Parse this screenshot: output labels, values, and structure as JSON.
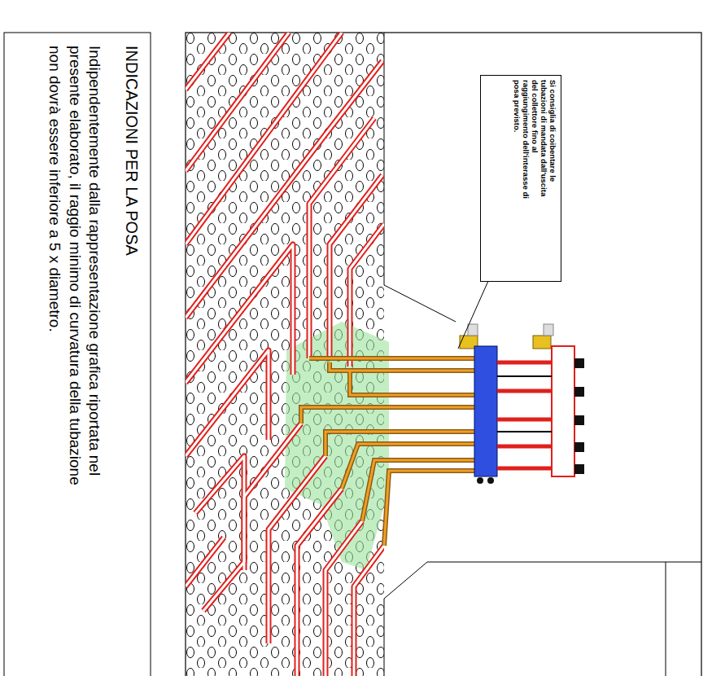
{
  "diagram": {
    "nodes": [
      {
        "text": [
          "INDICAZIONI PER LA POSA",
          "Indipendentemente dalla rappresentazione grafica riportata nel presente elaborato, il raggio minimo di curvatura della tubazione non dovrà essere inferiore a 5 x diametro."
        ]
      },
      {
        "text": [
          "Si consiglia di coibentare le tubazioni di mandata dall'uscita del collettore fino al raggiungimento dell'interasse di posa previsto."
        ]
      }
    ]
  }
}
